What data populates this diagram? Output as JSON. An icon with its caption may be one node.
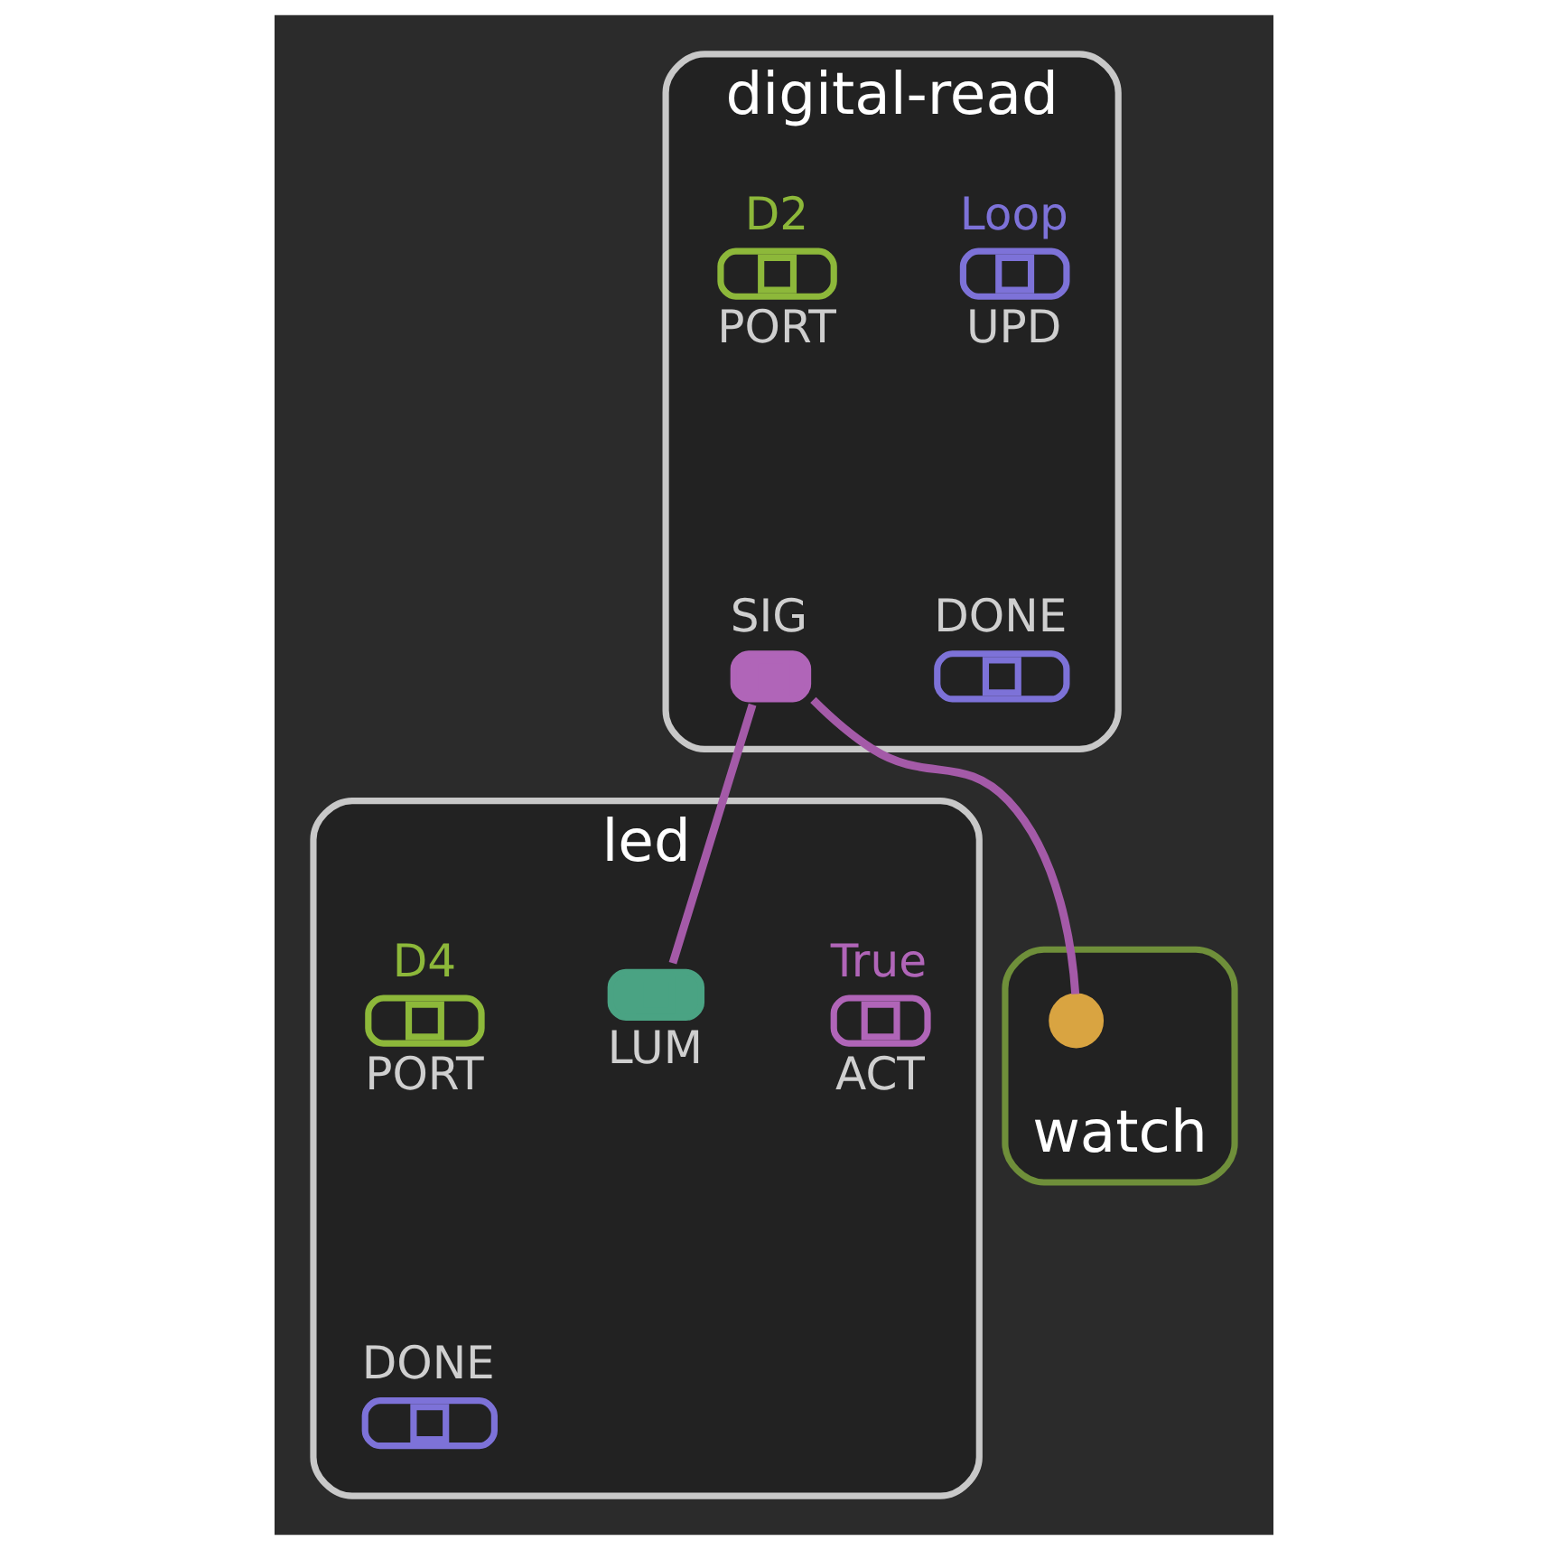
{
  "diagram": {
    "nodes": [
      {
        "text": [
          "digital-read"
        ]
      },
      {
        "text": [
          "PORT"
        ],
        "in": 0,
        "beside": [
          "D2"
        ]
      },
      {
        "text": [
          "UPD"
        ],
        "in": 0,
        "beside": [
          "Loop"
        ]
      },
      {
        "text": [
          "SIG"
        ],
        "in": 0
      },
      {
        "text": [
          "DONE"
        ],
        "in": 0
      },
      {
        "text": [
          "led"
        ]
      },
      {
        "text": [
          "PORT"
        ],
        "in": 5,
        "beside": [
          "D4"
        ]
      },
      {
        "text": [
          "LUM"
        ],
        "in": 5
      },
      {
        "text": [
          "ACT"
        ],
        "in": 5,
        "beside": [
          "True"
        ]
      },
      {
        "text": [
          "DONE"
        ],
        "in": 5
      },
      {
        "text": [
          "watch"
        ]
      },
      {
        "text": [],
        "shape": "circle",
        "in": 10
      }
    ],
    "edges": [
      {
        "from": 3,
        "to": 7,
        "arrow": "none",
        "color": "#a45aa8"
      },
      {
        "from": 3,
        "to": 11,
        "arrow": "none",
        "color": "#a45aa8"
      }
    ]
  }
}
